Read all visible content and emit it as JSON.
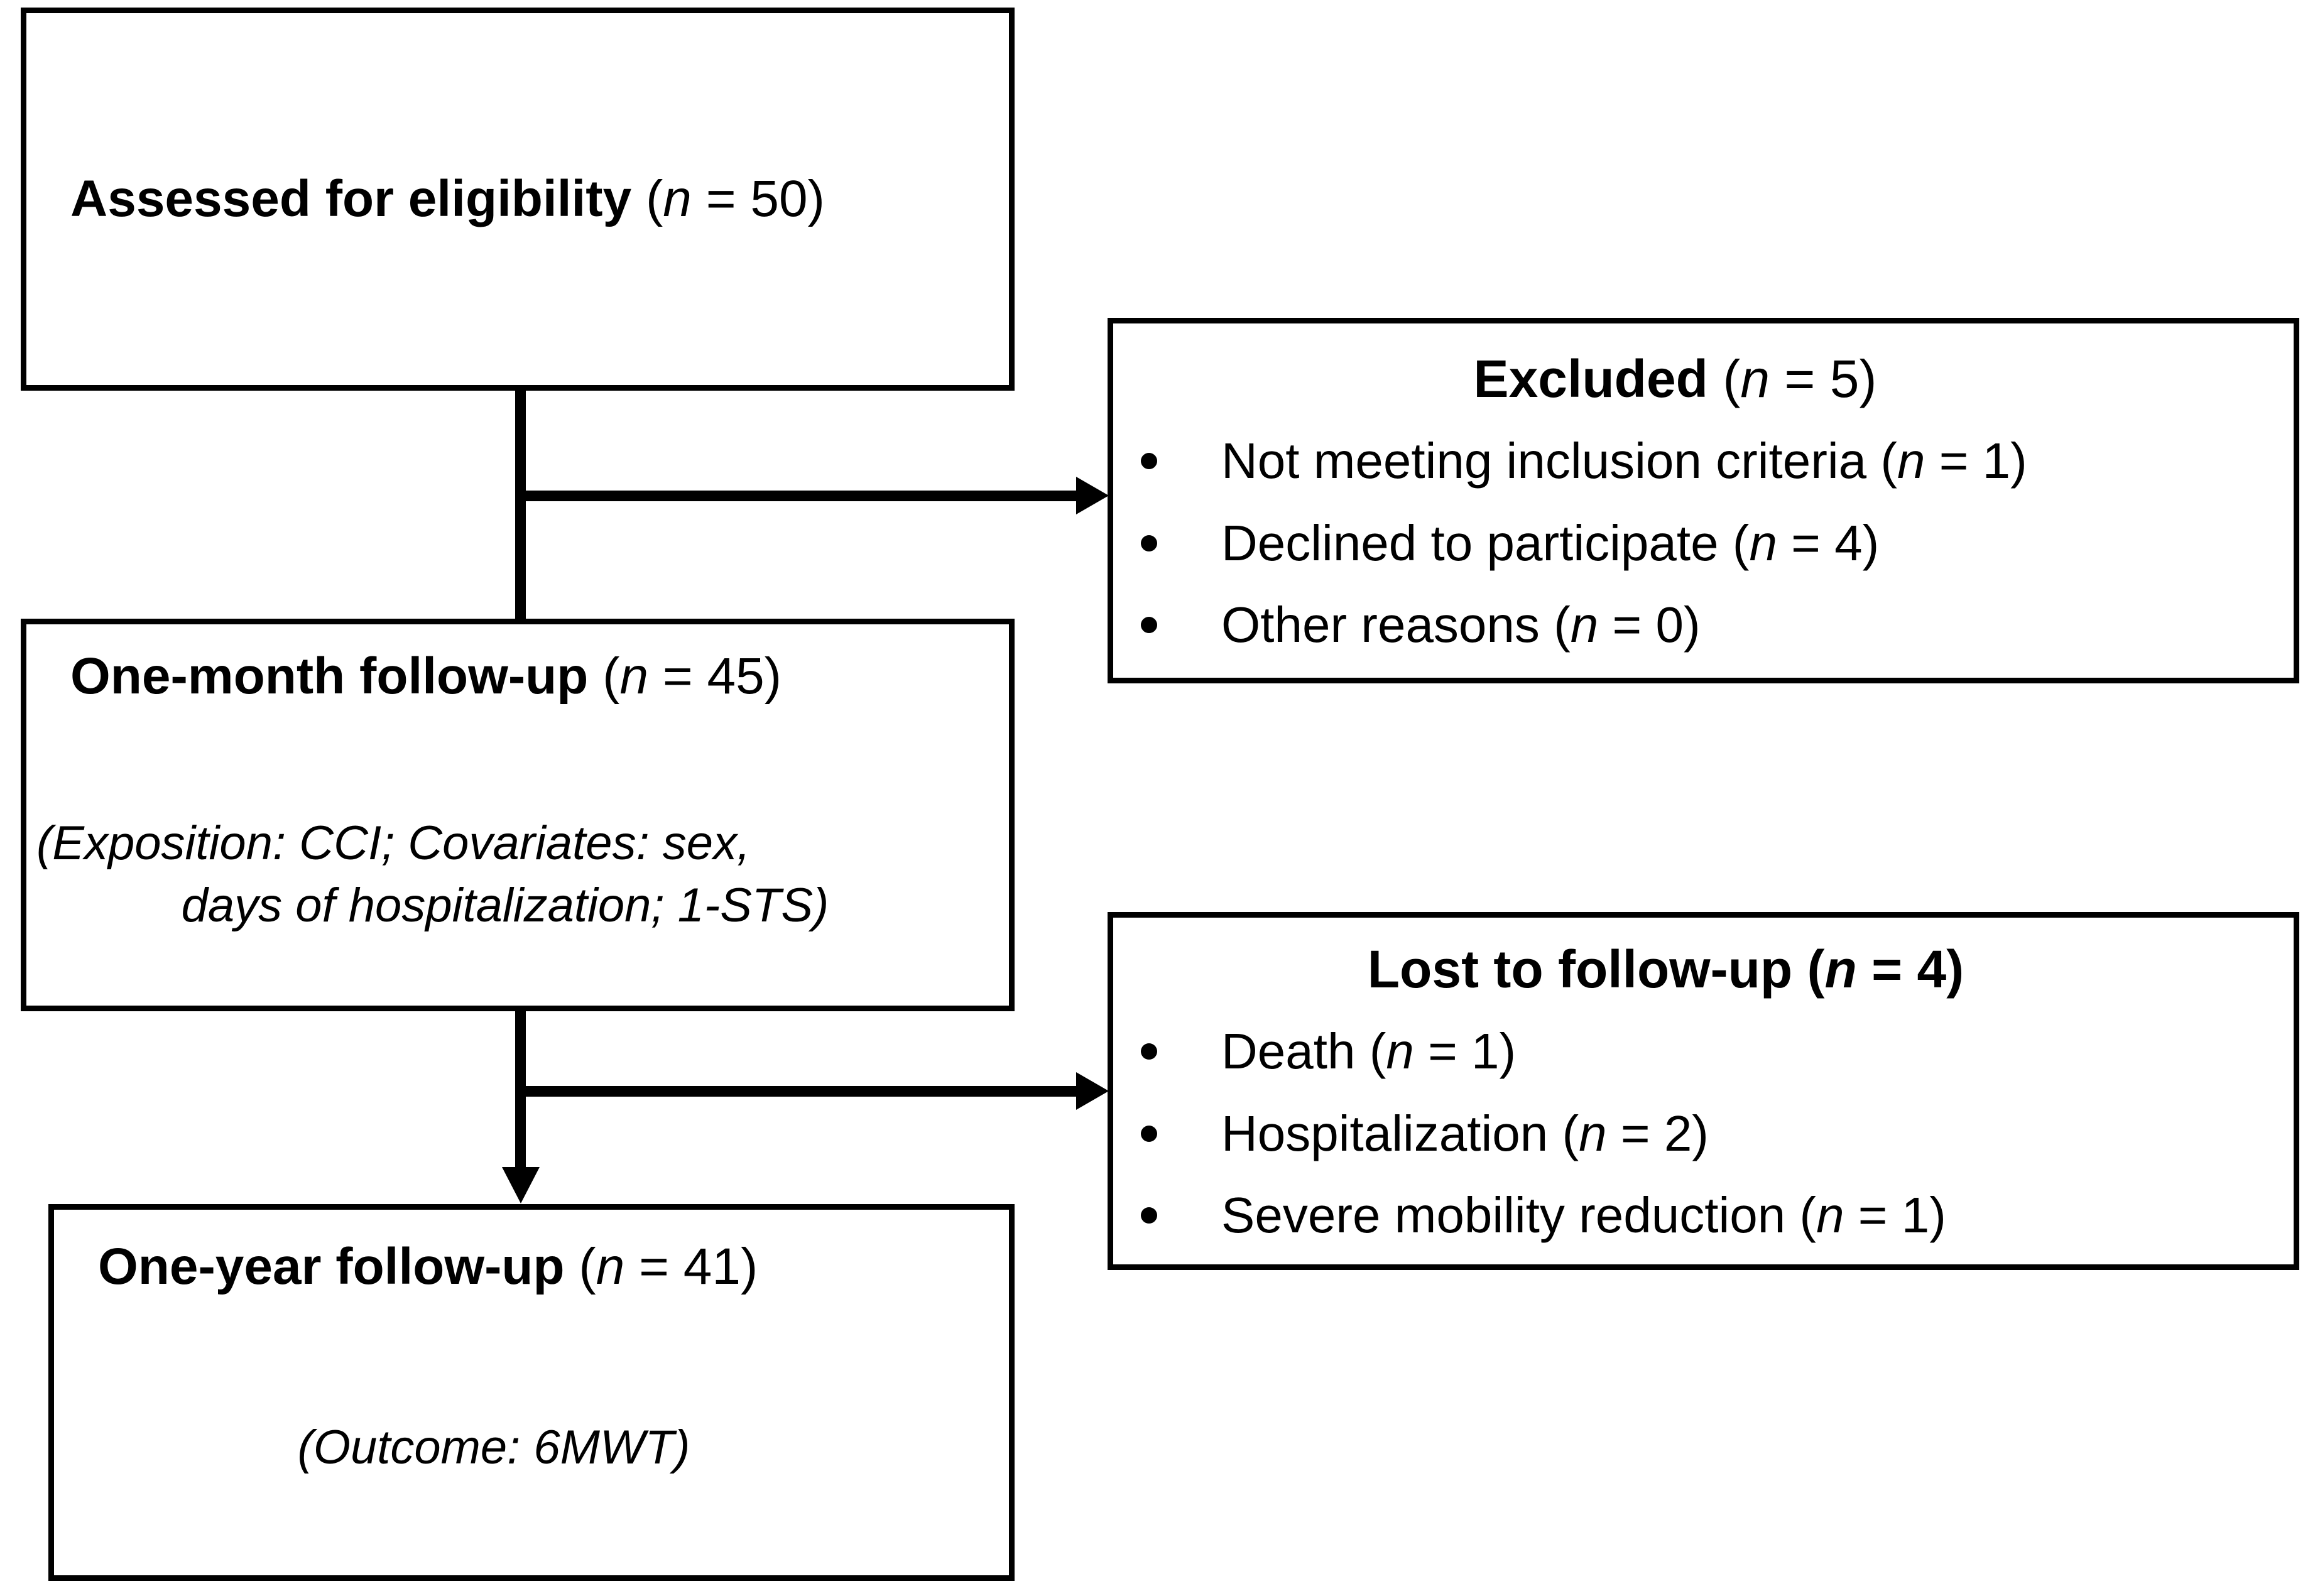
{
  "diagram": {
    "type": "CONSORT participant flow diagram",
    "boxes": {
      "assessed": {
        "title_bold": "Assessed for eligibility",
        "title_n_open": " (",
        "title_n_var": "n",
        "title_n_rest": " = 50)"
      },
      "one_month": {
        "title_bold": "One-month follow-up",
        "title_n_open": " (",
        "title_n_var": "n",
        "title_n_rest": " = 45)",
        "sub_line1": "(Exposition: CCI; Covariates: sex,",
        "sub_line2": "days of hospitalization; 1-STS)"
      },
      "one_year": {
        "title_bold": "One-year follow-up",
        "title_n_open": " (",
        "title_n_var": "n",
        "title_n_rest": " = 41)",
        "sub_line1": "(Outcome: 6MWT)"
      },
      "excluded": {
        "heading_bold": "Excluded",
        "heading_n_open": "  (",
        "heading_n_var": "n",
        "heading_n_rest": " = 5)",
        "items": [
          {
            "text": "Not meeting inclusion criteria (",
            "var": "n",
            "rest": " = 1)"
          },
          {
            "text": "Declined to participate (",
            "var": "n",
            "rest": " = 4)"
          },
          {
            "text": "Other reasons (",
            "var": "n",
            "rest": " = 0)"
          }
        ]
      },
      "lost": {
        "heading_bold": "Lost to follow-up (",
        "heading_n_var": "n",
        "heading_n_rest": " = 4)",
        "items": [
          {
            "text": "Death (",
            "var": "n",
            "rest": " = 1)"
          },
          {
            "text": "Hospitalization (",
            "var": "n",
            "rest": " = 2)"
          },
          {
            "text": "Severe mobility reduction (",
            "var": "n",
            "rest": " = 1)"
          }
        ]
      }
    },
    "colors": {
      "stroke": "#000000",
      "background": "#ffffff",
      "text": "#000000"
    }
  }
}
